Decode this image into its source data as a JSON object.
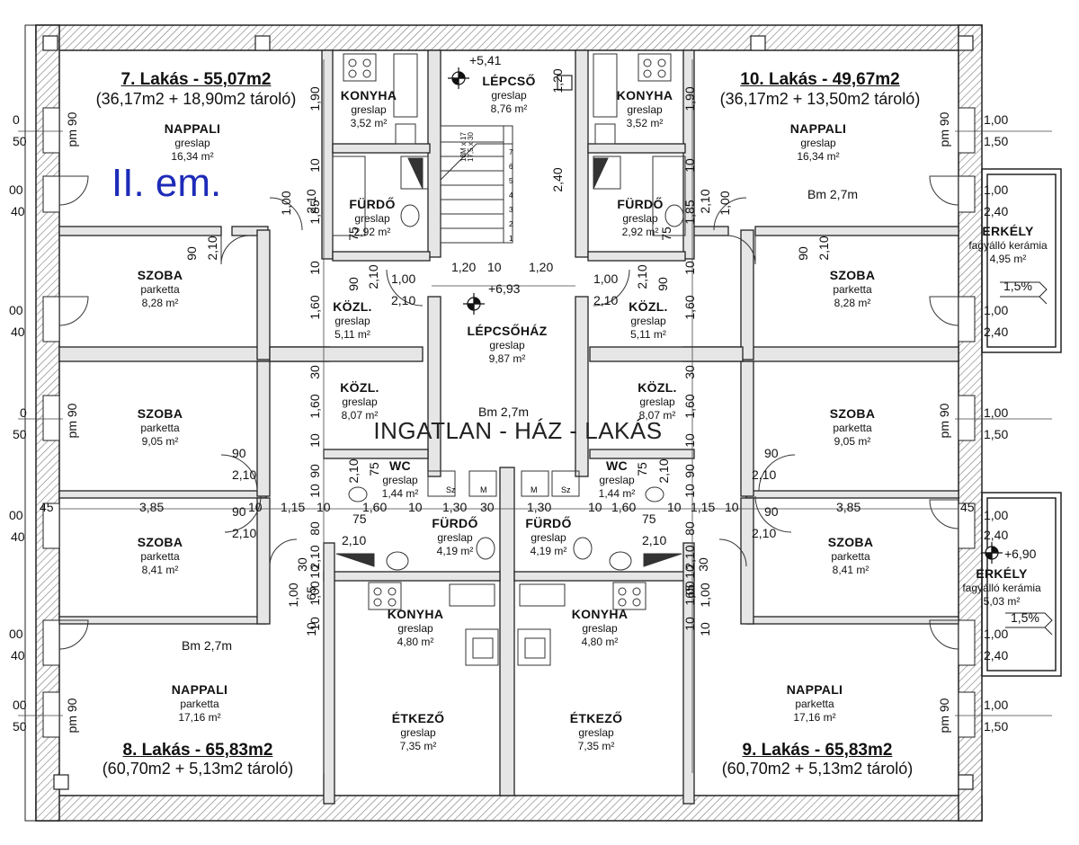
{
  "plan": {
    "level_label": "II. em.",
    "watermark": "INGATLAN - HÁZ - LAKÁS",
    "heights": [
      "+5,41",
      "+6,93",
      "+6,90"
    ],
    "bm_labels": [
      "Bm 2,7m",
      "Bm 2,7m",
      "Bm 2,7m"
    ],
    "units": [
      {
        "title": "7. Lakás - 55,07m2",
        "subtitle": "(36,17m2 + 18,90m2 tároló)"
      },
      {
        "title": "10. Lakás - 49,67m2",
        "subtitle": "(36,17m2 + 13,50m2 tároló)"
      },
      {
        "title": "8. Lakás - 65,83m2",
        "subtitle": "(60,70m2 + 5,13m2 tároló)"
      },
      {
        "title": "9. Lakás - 65,83m2",
        "subtitle": "(60,70m2 + 5,13m2 tároló)"
      }
    ],
    "rooms": [
      {
        "name": "NAPPALI",
        "material": "greslap",
        "area": "16,34 m²"
      },
      {
        "name": "KONYHA",
        "material": "greslap",
        "area": "3,52 m²"
      },
      {
        "name": "LÉPCSŐ",
        "material": "greslap",
        "area": "8,76 m²"
      },
      {
        "name": "KONYHA",
        "material": "greslap",
        "area": "3,52 m²"
      },
      {
        "name": "NAPPALI",
        "material": "greslap",
        "area": "16,34 m²"
      },
      {
        "name": "FÜRDŐ",
        "material": "greslap",
        "area": "2,92 m²"
      },
      {
        "name": "FÜRDŐ",
        "material": "greslap",
        "area": "2,92 m²"
      },
      {
        "name": "SZOBA",
        "material": "parketta",
        "area": "8,28 m²"
      },
      {
        "name": "KÖZL.",
        "material": "greslap",
        "area": "5,11 m²"
      },
      {
        "name": "LÉPCSŐHÁZ",
        "material": "greslap",
        "area": "9,87 m²"
      },
      {
        "name": "KÖZL.",
        "material": "greslap",
        "area": "5,11 m²"
      },
      {
        "name": "SZOBA",
        "material": "parketta",
        "area": "8,28 m²"
      },
      {
        "name": "ERKÉLY",
        "material": "fagyálló kerámia",
        "area": "4,95 m²"
      },
      {
        "name": "SZOBA",
        "material": "parketta",
        "area": "9,05 m²"
      },
      {
        "name": "KÖZL.",
        "material": "greslap",
        "area": "8,07 m²"
      },
      {
        "name": "KÖZL.",
        "material": "greslap",
        "area": "8,07 m²"
      },
      {
        "name": "SZOBA",
        "material": "parketta",
        "area": "9,05 m²"
      },
      {
        "name": "WC",
        "material": "greslap",
        "area": "1,44 m²"
      },
      {
        "name": "WC",
        "material": "greslap",
        "area": "1,44 m²"
      },
      {
        "name": "FÜRDŐ",
        "material": "greslap",
        "area": "4,19 m²"
      },
      {
        "name": "FÜRDŐ",
        "material": "greslap",
        "area": "4,19 m²"
      },
      {
        "name": "SZOBA",
        "material": "parketta",
        "area": "8,41 m²"
      },
      {
        "name": "SZOBA",
        "material": "parketta",
        "area": "8,41 m²"
      },
      {
        "name": "ERKÉLY",
        "material": "fagyálló kerámia",
        "area": "5,03 m²"
      },
      {
        "name": "KONYHA",
        "material": "greslap",
        "area": "4,80 m²"
      },
      {
        "name": "KONYHA",
        "material": "greslap",
        "area": "4,80 m²"
      },
      {
        "name": "NAPPALI",
        "material": "parketta",
        "area": "17,16 m²"
      },
      {
        "name": "ÉTKEZŐ",
        "material": "greslap",
        "area": "7,35 m²"
      },
      {
        "name": "ÉTKEZŐ",
        "material": "greslap",
        "area": "7,35 m²"
      },
      {
        "name": "NAPPALI",
        "material": "parketta",
        "area": "17,16 m²"
      }
    ],
    "slopes": [
      "1,5%",
      "1,5%"
    ],
    "stair_spec": "18M x 17\n17,5 x 30",
    "stair_numbers": [
      "1",
      "2",
      "3",
      "4",
      "5",
      "6",
      "7"
    ],
    "fixture_labels": [
      "Sz",
      "M",
      "M",
      "Sz"
    ],
    "dimensions": [
      "0",
      "50",
      "pm 90",
      "00",
      "40",
      "00",
      "40",
      "0",
      "50",
      "pm 90",
      "00",
      "40",
      "00",
      "40",
      "00",
      "50",
      "pm 90",
      "1,00",
      "1,50",
      "pm 90",
      "1,00",
      "2,40",
      "1,00",
      "2,40",
      "1,00",
      "1,50",
      "pm 90",
      "1,00",
      "2,40",
      "1,00",
      "2,40",
      "1,00",
      "1,50",
      "pm 90",
      "1,20",
      "10",
      "1,20",
      "1,00",
      "2,10",
      "1,00",
      "2,10",
      "90",
      "2,10",
      "90",
      "2,10",
      "90",
      "2,10",
      "90",
      "2,10",
      "90",
      "2,10",
      "90",
      "2,10",
      "90",
      "2,10",
      "90",
      "2,10",
      "45",
      "3,85",
      "10",
      "1,15",
      "10",
      "1,60",
      "10",
      "1,30",
      "30",
      "1,30",
      "10",
      "1,60",
      "10",
      "1,15",
      "10",
      "3,85",
      "45",
      "75",
      "2,10",
      "75",
      "2,10",
      "1,00",
      "1,00",
      "1,00",
      "1,00",
      "1,90",
      "1,20",
      "2,40",
      "1,90",
      "1,85",
      "1,85",
      "10",
      "10",
      "75",
      "75",
      "2,10",
      "2,10",
      "1,60",
      "1,60",
      "10",
      "10",
      "30",
      "30",
      "1,60",
      "1,60",
      "10",
      "10",
      "90",
      "90",
      "10",
      "10",
      "80",
      "80",
      "30",
      "30",
      "1,00",
      "1,00",
      "65",
      "65",
      "10",
      "10",
      "2,10",
      "2,10",
      "75",
      "75",
      "2,10",
      "2,10",
      "10",
      "10",
      "10",
      "10",
      "2,10",
      "2,10"
    ]
  }
}
